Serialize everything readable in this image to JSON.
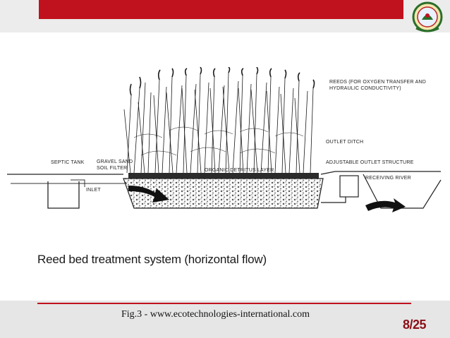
{
  "diagram": {
    "labels": {
      "reeds": "REEDS (FOR OXYGEN TRANSFER AND",
      "reeds2": "HYDRAULIC CONDUCTIVITY)",
      "outlet_ditch": "OUTLET DITCH",
      "septic_tank": "SEPTIC TANK",
      "gravel_sand": "GRAVEL SAND",
      "soil_filter": "SOIL FILTER",
      "organic_layer": "ORGANIC DETRITUS LAYER",
      "adjustable_outlet": "ADJUSTABLE OUTLET STRUCTURE",
      "receiving_river": "RECEIVING RIVER",
      "inlet": "INLET"
    }
  },
  "caption": "Reed bed treatment system (horizontal flow)",
  "footer": {
    "source": "Fig.3 - www.ecotechnologies-international.com",
    "page": "8/25"
  },
  "colors": {
    "accent": "#c0121e",
    "page_number": "#8a0f17"
  }
}
